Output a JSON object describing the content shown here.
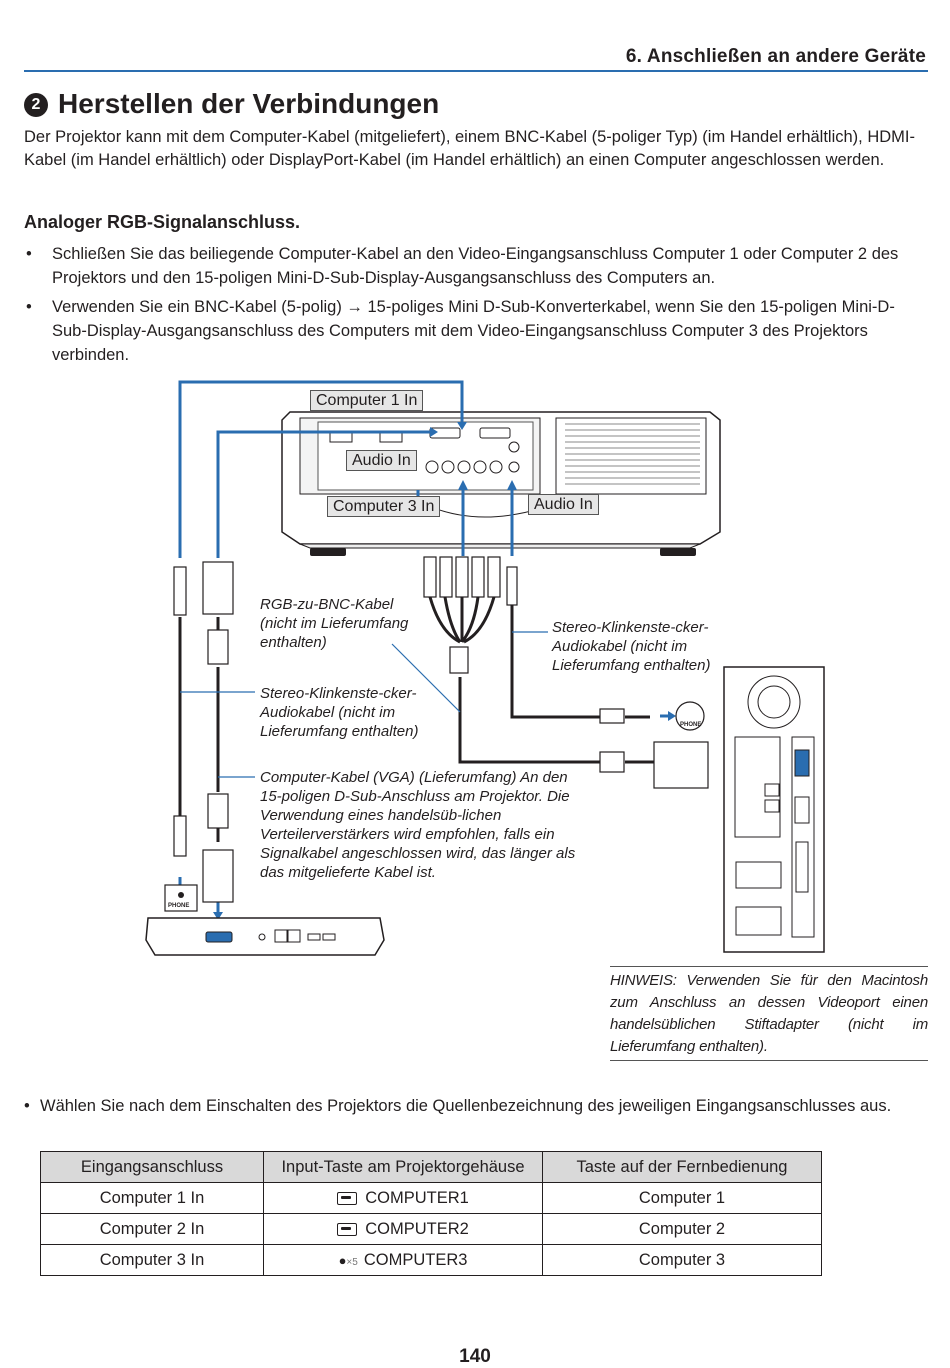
{
  "header": {
    "chapter": "6. Anschließen an andere Geräte"
  },
  "section": {
    "number": "2",
    "title": "Herstellen der Verbindungen",
    "intro": "Der Projektor kann mit dem Computer-Kabel (mitgeliefert), einem BNC-Kabel (5-poliger Typ) (im Handel erhältlich), HDMI-Kabel (im Handel erhältlich) oder DisplayPort-Kabel (im Handel erhältlich) an einen Computer angeschlossen werden."
  },
  "subsection": {
    "title": "Analoger RGB-Signalanschluss.",
    "bullets": [
      "Schließen Sie das beiliegende Computer-Kabel an den Video-Eingangsanschluss Computer 1 oder Computer 2 des Projektors und den 15-poligen Mini-D-Sub-Display-Ausgangsanschluss des Computers an.",
      "Verwenden Sie ein BNC-Kabel (5-polig) → 15-poliges Mini D-Sub-Konverterkabel, wenn Sie den 15-poligen Mini-D-Sub-Display-Ausgangsanschluss des Computers mit dem Video-Eingangsanschluss Computer 3 des Projektors verbinden."
    ]
  },
  "diagram": {
    "port_labels": {
      "computer1": "Computer 1 In",
      "audio_in_1": "Audio In",
      "computer3": "Computer 3 In",
      "audio_in_2": "Audio In"
    },
    "phone_label": "PHONE",
    "labels": {
      "rgb_bnc": "RGB-zu-BNC-Kabel (nicht im Lieferumfang enthalten)",
      "stereo_right": "Stereo-Klinkenste-cker-Audiokabel (nicht im Lieferumfang enthalten)",
      "stereo_left": "Stereo-Klinkenste-cker-Audiokabel (nicht im Lieferumfang enthalten)",
      "vga": "Computer-Kabel (VGA) (Lieferumfang) An den 15-poligen D-Sub-Anschluss am Projektor. Die Verwendung eines handelsüb-lichen Verteilerverstärkers wird empfohlen, falls ein Signalkabel angeschlossen wird, das länger als das mitgelieferte Kabel ist."
    }
  },
  "note": "HINWEIS: Verwenden Sie für den Macintosh zum Anschluss an dessen Videoport einen handelsüblichen Stiftadapter (nicht im Lieferumfang enthalten).",
  "choose_source": "Wählen Sie nach dem Einschalten des Projektors die Quellenbezeichnung des jeweiligen Eingangsanschlusses aus.",
  "table": {
    "headers": [
      "Eingangsanschluss",
      "Input-Taste am Projektorgehäuse",
      "Taste auf der Fernbedienung"
    ],
    "rows": [
      [
        "Computer 1 In",
        "COMPUTER1",
        "Computer 1"
      ],
      [
        "Computer 2 In",
        "COMPUTER2",
        "Computer 2"
      ],
      [
        "Computer 3 In",
        "COMPUTER3",
        "Computer 3"
      ]
    ],
    "bnc_icon_text": "×5"
  },
  "page_number": "140",
  "colors": {
    "accent": "#2a6db0",
    "cable": "#231f20",
    "header_bg": "#d9d9d9"
  }
}
